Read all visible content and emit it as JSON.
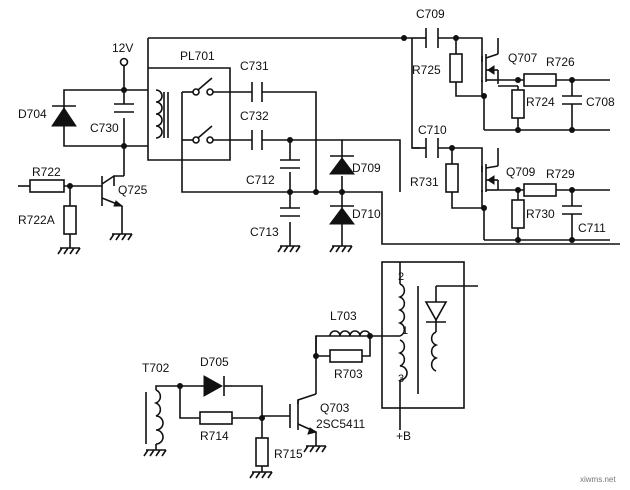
{
  "supply": {
    "v12": "12V",
    "b_plus": "+B"
  },
  "relay": "PL701",
  "caps": {
    "c709": "C709",
    "c710": "C710",
    "c731": "C731",
    "c732": "C732",
    "c730": "C730",
    "c712": "C712",
    "c713": "C713",
    "c708": "C708",
    "c711": "C711"
  },
  "resistors": {
    "r722": "R722",
    "r722a": "R722A",
    "r725": "R725",
    "r726": "R726",
    "r724": "R724",
    "r731": "R731",
    "r729": "R729",
    "r730": "R730",
    "r703": "R703",
    "r714": "R714",
    "r715": "R715"
  },
  "diodes": {
    "d704": "D704",
    "d709": "D709",
    "d710": "D710",
    "d705": "D705"
  },
  "transistors": {
    "q725": "Q725",
    "q707": "Q707",
    "q709": "Q709",
    "q703": "Q703",
    "q703_part": "2SC5411"
  },
  "inductors": {
    "l703": "L703"
  },
  "transformer": {
    "name": "T702",
    "pin1": "1",
    "pin2": "2",
    "pin3": "3"
  },
  "watermark": "xiwms.net"
}
